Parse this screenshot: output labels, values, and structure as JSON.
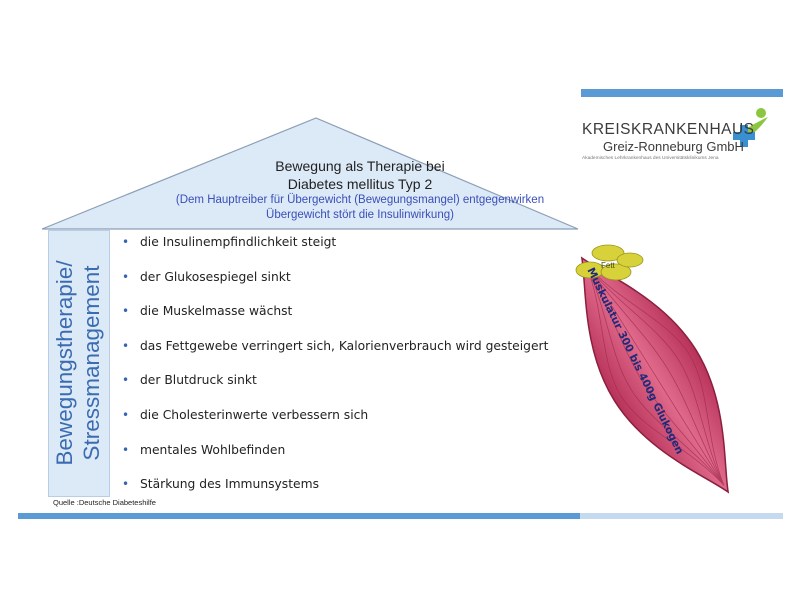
{
  "header": {
    "logo_name": "KREISKRANKENHAUS",
    "logo_sub": "Greiz-Ronneburg GmbH",
    "logo_tagline": "Akademisches Lehrkrankenhaus des Universitätsklinikums Jena",
    "logo_icon": "person-cross-logo-icon"
  },
  "roof": {
    "title_line1": "Bewegung als Therapie bei",
    "title_line2": "Diabetes mellitus Typ 2",
    "note_line1": "(Dem Hauptreiber für Übergewicht (Bewegungsmangel) entgegenwirken",
    "note_line2": "Übergewicht stört die Insulinwirkung)"
  },
  "side": {
    "line1": "Bewegungstherapie/",
    "line2": "Stressmanagement"
  },
  "bullets": [
    "die Insulinempfindlichkeit steigt",
    "der Glukosespiegel sinkt",
    "die Muskelmasse wächst",
    "das Fettgewebe verringert sich, Kalorienverbrauch wird gesteigert",
    "der Blutdruck sinkt",
    "die Cholesterinwerte verbessern sich",
    "mentales Wohlbefinden",
    "Stärkung des Immunsystems"
  ],
  "bullet_char": "•",
  "illustration": {
    "fat_label": "Fett",
    "muscle_label": "Muskulatur 300 bis 400g Glukogen"
  },
  "footer": {
    "source": "Quelle :Deutsche Diabeteshilfe"
  },
  "colors": {
    "accent_blue": "#5b9bd5",
    "light_blue": "#c5d9ef",
    "roof_fill": "#dce9f7",
    "muscle": "#d8557a",
    "fat": "#d8d23a"
  }
}
